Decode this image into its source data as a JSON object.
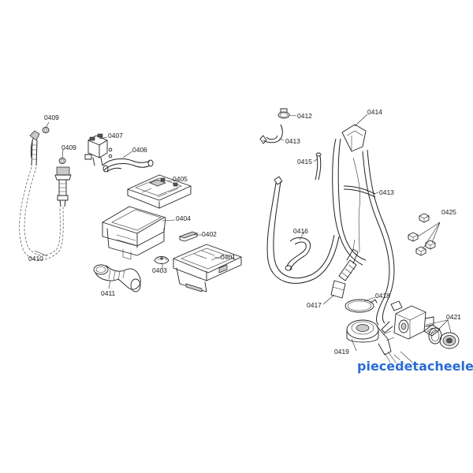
{
  "callouts": {
    "p0401": "0401",
    "p0402": "0402",
    "p0403": "0403",
    "p0404": "0404",
    "p0405": "0405",
    "p0406": "0406",
    "p0407": "0407",
    "p0409a": "0409",
    "p0409b": "0409",
    "p0410": "0410",
    "p0411": "0411",
    "p0412": "0412",
    "p0413a": "0413",
    "p0413b": "0413",
    "p0414": "0414",
    "p0415": "0415",
    "p0416": "0416",
    "p0417": "0417",
    "p0418": "0418",
    "p0419": "0419",
    "p0421": "0421",
    "p0425": "0425"
  },
  "watermark": "piecedetacheelec.com"
}
